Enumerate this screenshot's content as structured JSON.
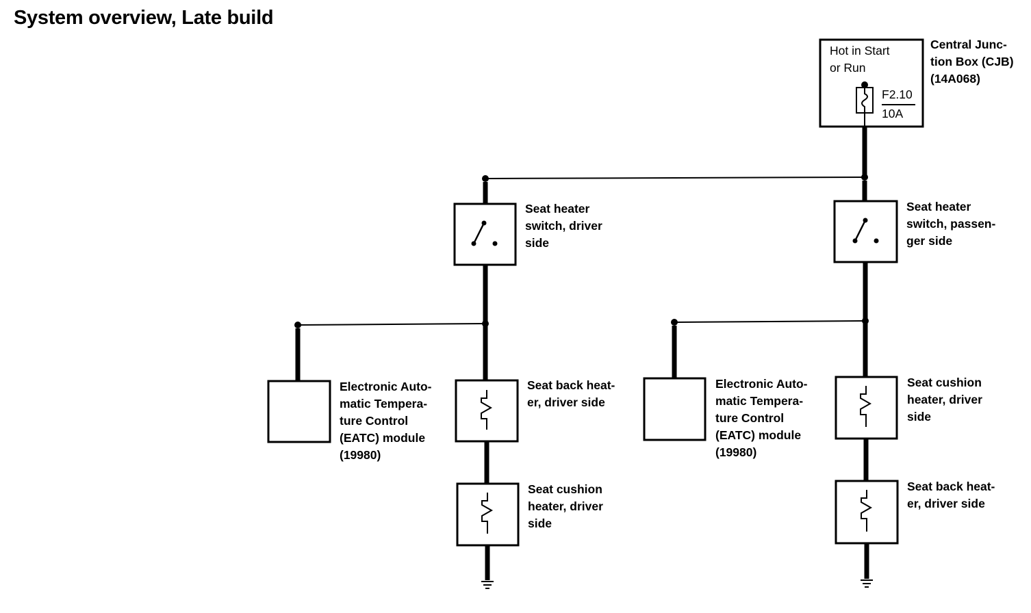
{
  "title": "System overview, Late build",
  "cjb": {
    "name": "Central Junc-\ntion Box (CJB)\n(14A068)",
    "supply": "Hot in Start\nor Run",
    "fuse_id": "F2.10",
    "fuse_rating": "10A"
  },
  "driver_branch": {
    "switch_label": "Seat heater\nswitch, driver\nside",
    "eatc_label": "Electronic Auto-\nmatic Tempera-\nture Control\n(EATC) module\n(19980)",
    "heater1_label": "Seat back heat-\ner, driver side",
    "heater2_label": "Seat cushion\nheater, driver\nside"
  },
  "passenger_branch": {
    "switch_label": "Seat heater\nswitch, passen-\nger side",
    "eatc_label": "Electronic Auto-\nmatic Tempera-\nture Control\n(EATC) module\n(19980)",
    "heater1_label": "Seat cushion\nheater, driver\nside",
    "heater2_label": "Seat back heat-\ner, driver side"
  }
}
